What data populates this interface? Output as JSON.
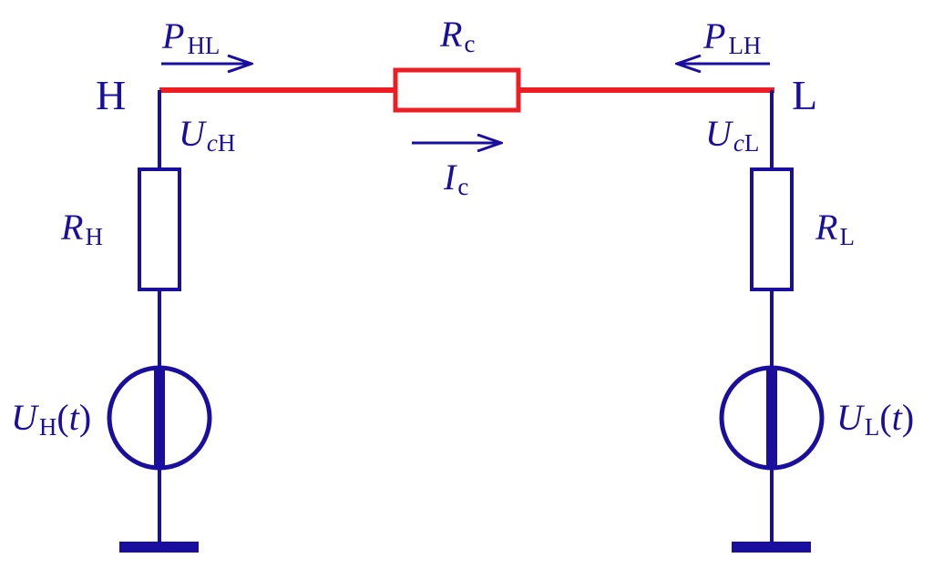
{
  "colors": {
    "circuit": "#1a0e9e",
    "connection": "#ee1c23",
    "background": "#ffffff"
  },
  "nodes": {
    "high": "H",
    "low": "L"
  },
  "labels": {
    "p_hl": {
      "main": "P",
      "sub": "HL"
    },
    "p_lh": {
      "main": "P",
      "sub": "LH"
    },
    "r_c": {
      "main": "R",
      "sub": "c"
    },
    "i_c": {
      "main": "I",
      "sub": "c"
    },
    "u_ch": {
      "main": "U",
      "sub_italic": "c",
      "sub": "H"
    },
    "u_cl": {
      "main": "U",
      "sub_italic": "c",
      "sub": "L"
    },
    "r_h": {
      "main": "R",
      "sub": "H"
    },
    "r_l": {
      "main": "R",
      "sub": "L"
    },
    "u_h_t": {
      "main": "U",
      "sub": "H",
      "open": "(",
      "arg": "t",
      "close": ")"
    },
    "u_l_t": {
      "main": "U",
      "sub": "L",
      "open": "(",
      "arg": "t",
      "close": ")"
    }
  }
}
